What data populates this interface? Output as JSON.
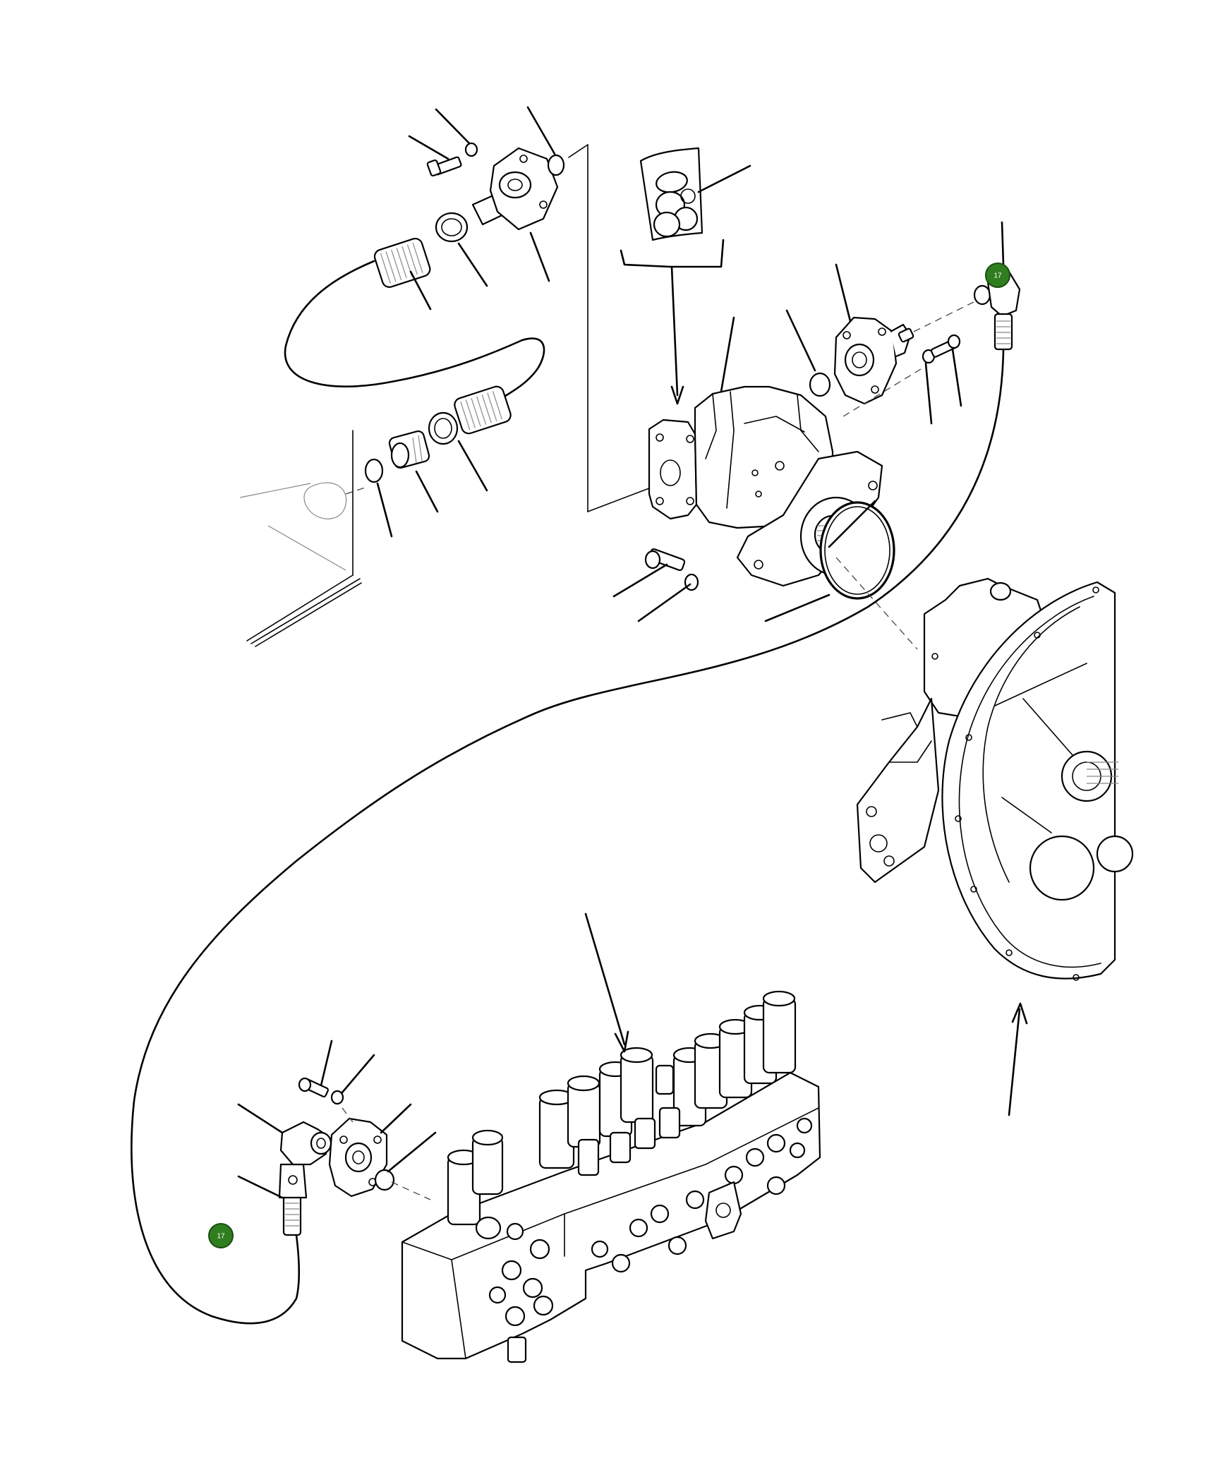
{
  "callouts": [
    {
      "id": "callout-upper",
      "label": "17",
      "color": "#2f7d1f"
    },
    {
      "id": "callout-lower",
      "label": "17",
      "color": "#2f7d1f"
    }
  ]
}
